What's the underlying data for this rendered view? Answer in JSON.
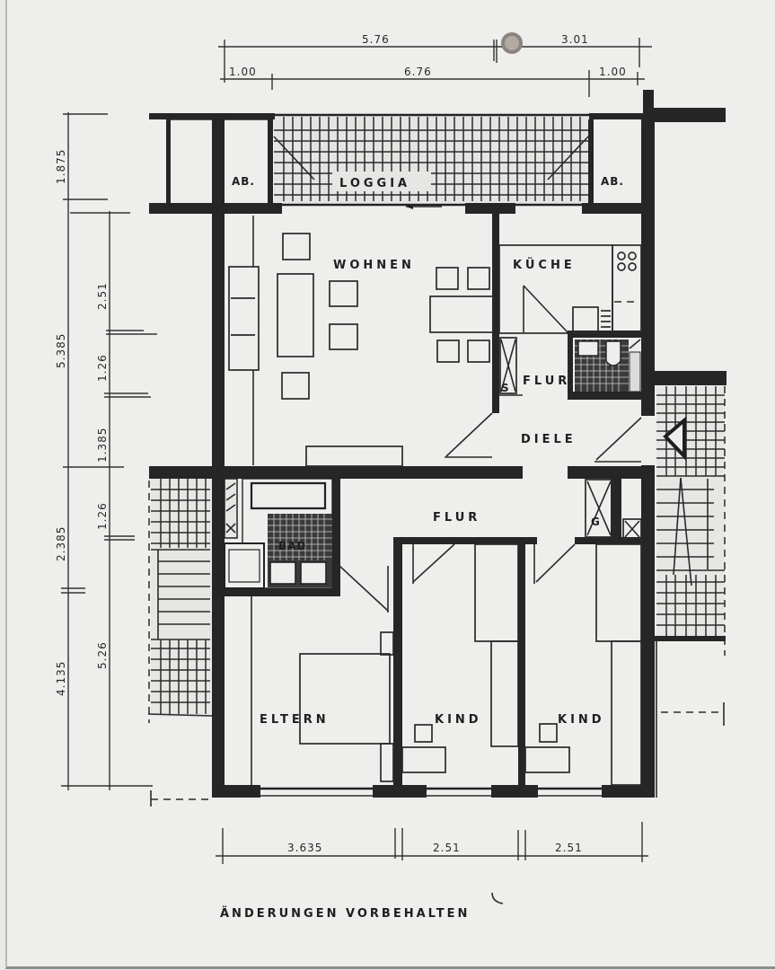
{
  "plan": {
    "note": "ÄNDERUNGEN VORBEHALTEN",
    "rooms": {
      "loggia": "LOGGIA",
      "ab_left": "AB.",
      "ab_right": "AB.",
      "wohnen": "WOHNEN",
      "kueche": "KÜCHE",
      "flur_upper": "FLUR",
      "diele": "DIELE",
      "flur_lower": "FLUR",
      "bad": "BAD",
      "eltern": "ELTERN",
      "kind_1": "KIND",
      "kind_2": "KIND"
    },
    "markers": {
      "storage_s": "S",
      "storage_g": "G"
    }
  },
  "dimensions": {
    "top_row_1": [
      "5.76",
      "3.01"
    ],
    "top_row_2": [
      "1.00",
      "6.76",
      "1.00"
    ],
    "left_outer": [
      "1.875",
      "5.385",
      "2.385",
      "4.135"
    ],
    "left_inner": [
      "2.51",
      "1.26",
      "1.385",
      "1.26",
      "5.26"
    ],
    "bottom": [
      "3.635",
      "2.51",
      "2.51"
    ]
  },
  "colors": {
    "paper": "#eeeeec",
    "ink": "#262626"
  }
}
